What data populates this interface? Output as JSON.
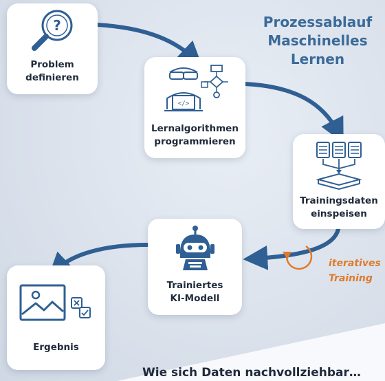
{
  "title": "Prozessablauf\nMaschinelles\nLernen",
  "steps": {
    "problem": {
      "label": "Problem\ndefinieren",
      "icon": "magnifier-question-icon"
    },
    "programmieren": {
      "label": "Lernalgorithmen\nprogrammieren",
      "icon": "programmer-flowchart-icon"
    },
    "einspeisen": {
      "label": "Trainingsdaten\neinspeisen",
      "icon": "documents-into-box-icon"
    },
    "modell": {
      "label": "Trainiertes\nKI-Modell",
      "icon": "robot-icon"
    },
    "ergebnis": {
      "label": "Ergebnis",
      "icon": "image-result-icon"
    }
  },
  "iteration": {
    "label": "iteratives\nTraining",
    "icon": "cycle-arrow-icon"
  },
  "footer_text": "Wie sich Daten nachvollziehbar…",
  "colors": {
    "arrow": "#2f5f93",
    "icon": "#2f5f93",
    "accent": "#e07a2a",
    "title": "#3a6a98",
    "text": "#1f2a3a"
  }
}
